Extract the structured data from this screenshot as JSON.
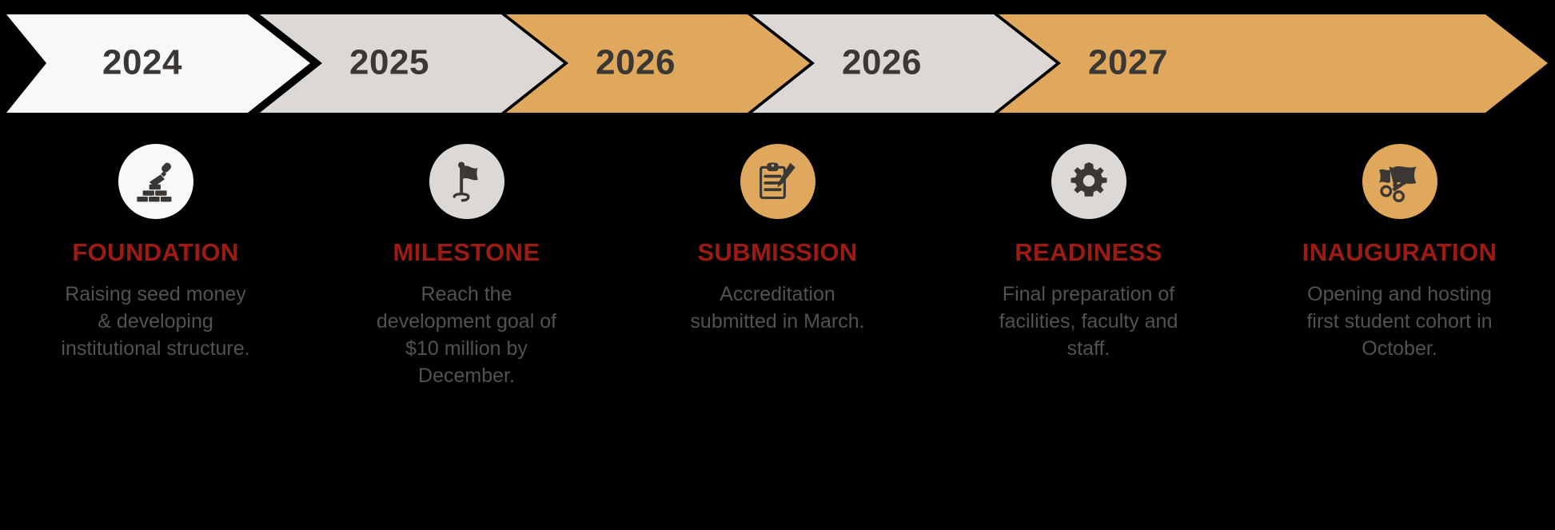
{
  "background_color": "#000000",
  "palette": {
    "chevron_white": "#f8f8f8",
    "chevron_gray": "#dcd8d6",
    "chevron_gold": "#dfa85c",
    "year_text": "#3a3735",
    "title_red": "#9e1b14",
    "body_gray": "#545150",
    "icon_dark": "#3a3735"
  },
  "chevrons": [
    {
      "year": "2024",
      "fill": "#f8f8f8"
    },
    {
      "year": "2025",
      "fill": "#dcd8d6"
    },
    {
      "year": "2026",
      "fill": "#dfa85c"
    },
    {
      "year": "2026",
      "fill": "#dcd8d6"
    },
    {
      "year": "2027",
      "fill": "#dfa85c"
    }
  ],
  "milestones": [
    {
      "icon": "trowel-bricks-icon",
      "circle_fill": "#f8f8f8",
      "title": "FOUNDATION",
      "description": "Raising seed money & developing institutional structure."
    },
    {
      "icon": "flag-icon",
      "circle_fill": "#dcd8d6",
      "title": "MILESTONE",
      "description": "Reach the development goal of $10 million by December."
    },
    {
      "icon": "clipboard-pen-icon",
      "circle_fill": "#dfa85c",
      "title": "SUBMISSION",
      "description": "Accreditation submitted in March."
    },
    {
      "icon": "gear-icon",
      "circle_fill": "#dcd8d6",
      "title": "READINESS",
      "description": "Final preparation of facilities, faculty and staff."
    },
    {
      "icon": "scissors-ribbon-icon",
      "circle_fill": "#dfa85c",
      "title": "INAUGURATION",
      "description": "Opening and hosting first student cohort in October."
    }
  ]
}
